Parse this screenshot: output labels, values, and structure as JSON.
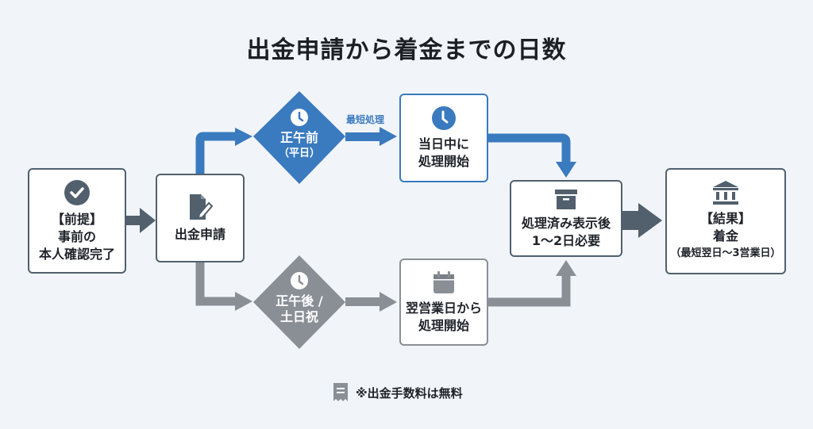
{
  "title": "出金申請から着金までの日数",
  "colors": {
    "primary_blue": "#3a7abf",
    "dark_slate": "#52606d",
    "gray": "#8a8f96",
    "background": "#f1f5f9"
  },
  "nodes": {
    "prerequisite": {
      "icon": "check-circle-icon",
      "line1": "【前提】",
      "line2": "事前の",
      "line3": "本人確認完了"
    },
    "withdrawal_request": {
      "icon": "document-edit-icon",
      "label": "出金申請"
    },
    "before_noon": {
      "icon": "clock-icon",
      "label": "正午前",
      "sub": "（平日）"
    },
    "after_noon": {
      "icon": "clock-icon",
      "line1": "正午後 /",
      "line2": "土日祝"
    },
    "same_day": {
      "icon": "clock-icon",
      "line1": "当日中に",
      "line2": "処理開始"
    },
    "next_business_day": {
      "icon": "calendar-icon",
      "line1": "翌営業日から",
      "line2": "処理開始"
    },
    "processed": {
      "icon": "archive-box-icon",
      "line1": "処理済み表示後",
      "line2": "1〜2日必要"
    },
    "result": {
      "icon": "bank-icon",
      "line1": "【結果】",
      "line2": "着金",
      "line3": "（最短翌日〜3営業日）"
    }
  },
  "edges": {
    "fast_route_label": "最短処理"
  },
  "footnote": {
    "icon": "receipt-icon",
    "text": "※出金手数料は無料"
  }
}
